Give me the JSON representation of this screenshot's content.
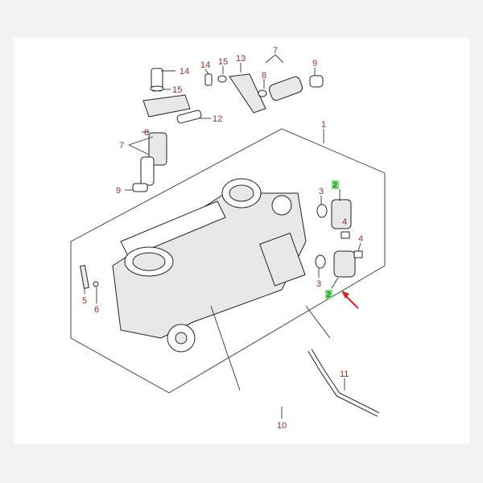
{
  "diagram": {
    "title": "Throttle body parts diagram",
    "callouts": {
      "c14a": "14",
      "c15a": "15",
      "c12": "12",
      "c8a": "8",
      "c7a": "7",
      "c9a": "9",
      "c14b": "14",
      "c15b": "15",
      "c13": "13",
      "c7b": "7",
      "c8b": "8",
      "c9b": "9",
      "c1": "1",
      "c2a": "2",
      "c3a": "3",
      "c4a": "4",
      "c4b": "4",
      "c2b": "2",
      "c3b": "3",
      "c5": "5",
      "c6": "6",
      "c10": "10",
      "c11": "11"
    },
    "colors": {
      "label": "#9a2b2b",
      "highlight": "#7ee07e",
      "arrow": "#e02020"
    }
  }
}
